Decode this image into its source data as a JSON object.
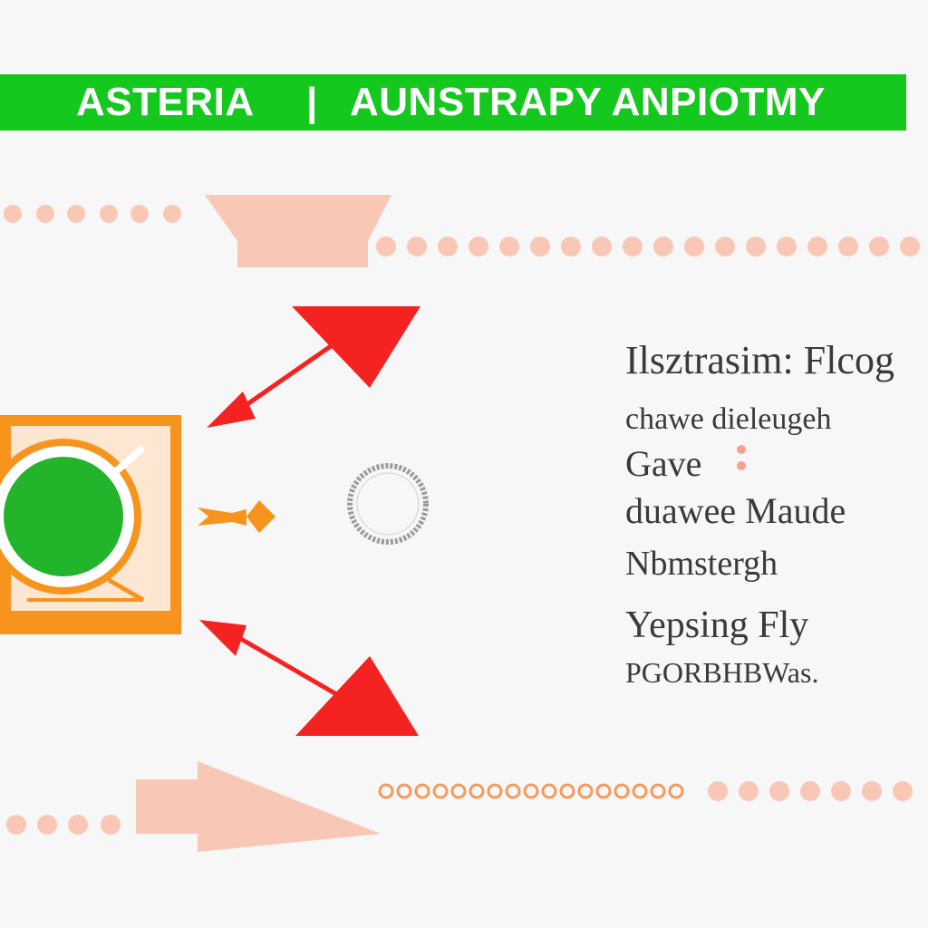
{
  "banner": {
    "left_text": "ASTERIA",
    "separator": "|",
    "right_text": "AUNSTRAPY ANPIOTMY",
    "color": "#14c81e"
  },
  "diagram": {
    "icons": [
      "computer-monitor-icon",
      "spinner-icon",
      "left-arrow-icon",
      "funnel-icon"
    ],
    "colors": {
      "arrow": "#f52222",
      "monitor": "#f7941d",
      "globe": "#22b42a",
      "dots": "#f9c7b6",
      "orange_dots": "#f59a5a"
    }
  },
  "text_lines": [
    "Ilsztrasim: Flcog",
    "chawe dieleugeh",
    "Gave",
    "duawee Maude",
    "Nbmstergh",
    "Yepsing Fly",
    "PGORBHBWas."
  ]
}
